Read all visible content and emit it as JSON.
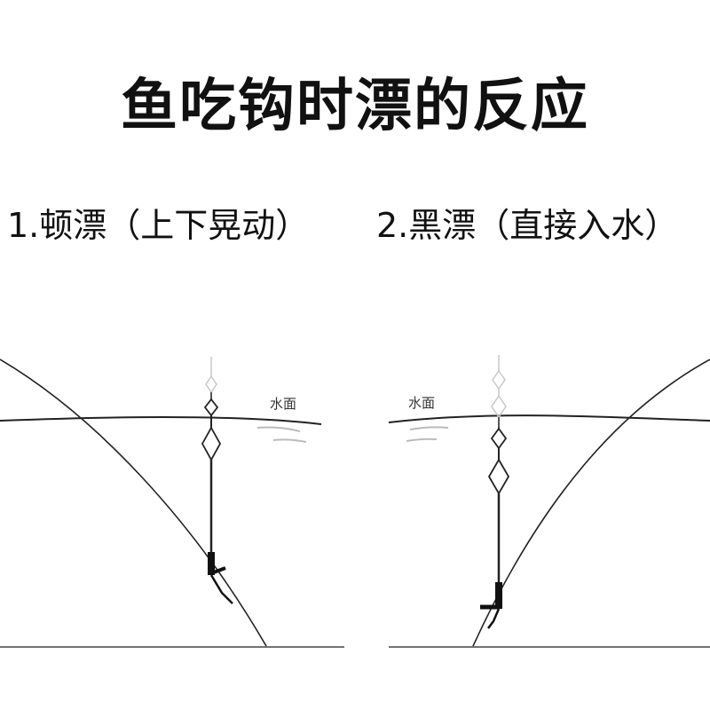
{
  "title": "鱼吃钩时漂的反应",
  "panels": [
    {
      "heading": "1.顿漂（上下晃动）",
      "water_label": "水面"
    },
    {
      "heading": "2.黑漂（直接入水）",
      "water_label": "水面"
    }
  ],
  "colors": {
    "line": "#222222",
    "float_faded": "#c8c8c8",
    "ripple": "#bbbbbb"
  }
}
